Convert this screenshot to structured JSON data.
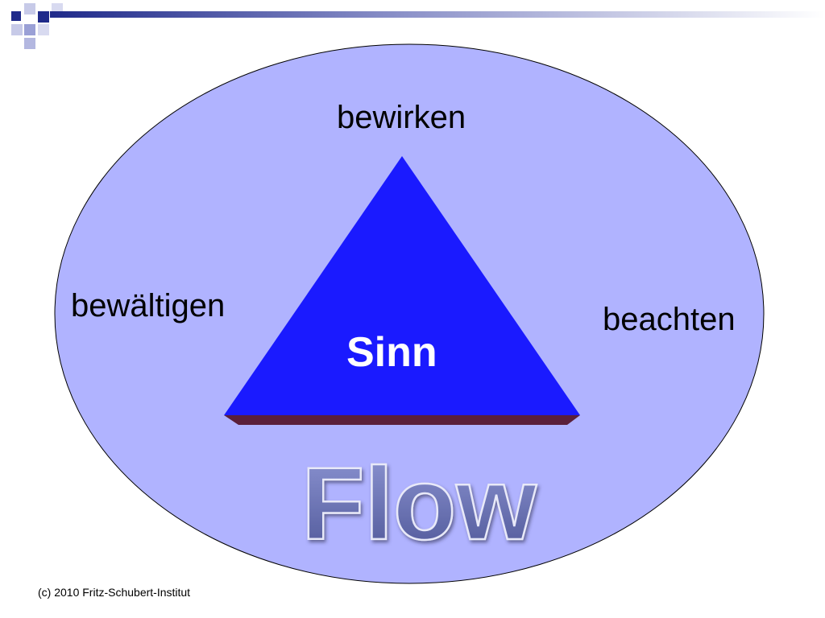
{
  "diagram": {
    "top_label": "bewirken",
    "left_label": "bewältigen",
    "right_label": "beachten",
    "center_label": "Sinn",
    "bottom_word": "Flow"
  },
  "footer": {
    "copyright": "(c) 2010 Fritz-Schubert-Institut"
  },
  "colors": {
    "ellipse_fill": "#b0b3ff",
    "triangle_fill": "#1a1aff",
    "triangle_base_shadow": "#5a1f3a",
    "flow_fill": "#6a73b8",
    "header_dark": "#1f2a8a"
  }
}
